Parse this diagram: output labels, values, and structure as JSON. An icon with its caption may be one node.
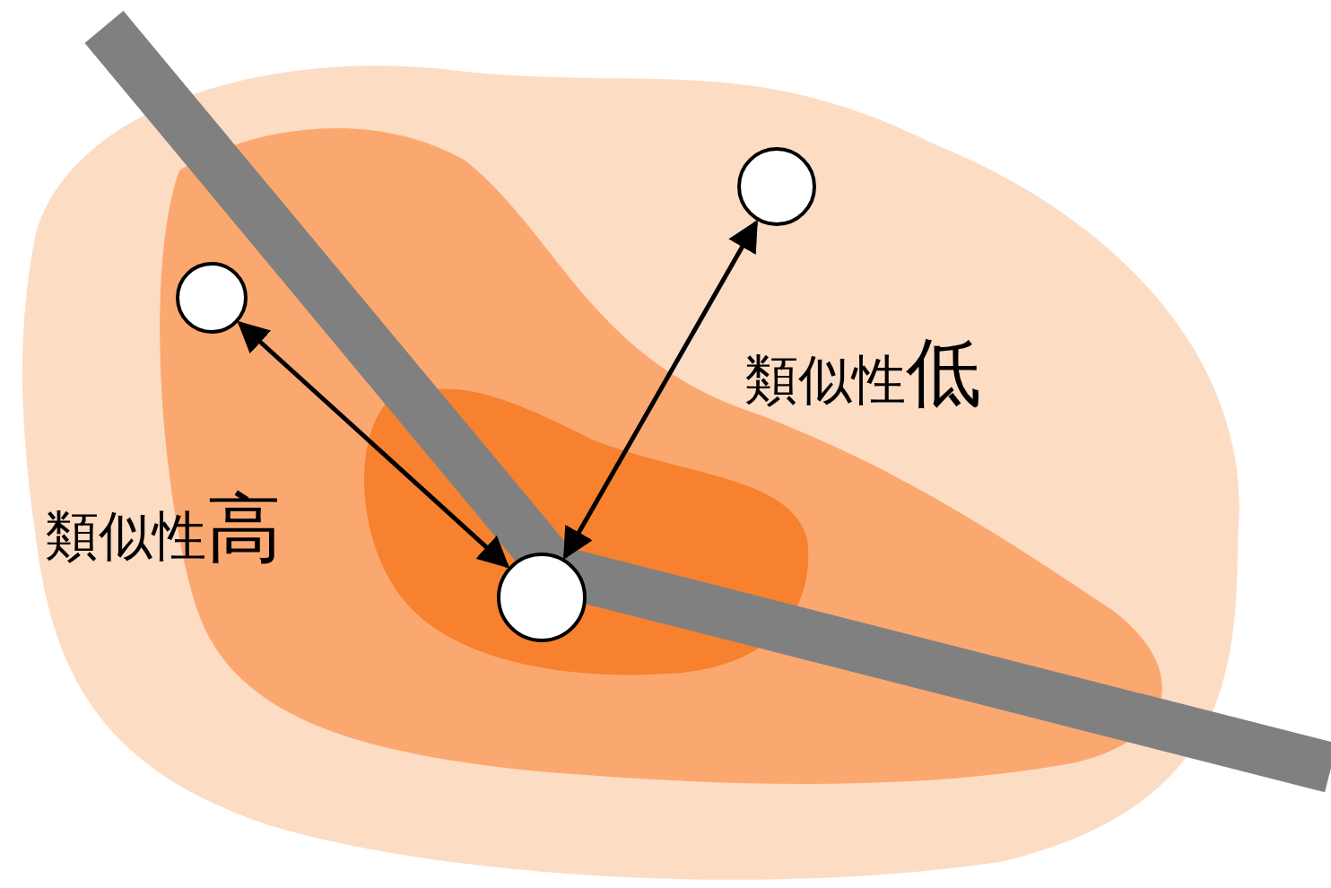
{
  "diagram": {
    "nodes": [
      {
        "text": [],
        "shape": "circle"
      },
      {
        "text": [],
        "shape": "circle"
      },
      {
        "text": [],
        "shape": "circle"
      }
    ],
    "edges": [
      {
        "from": 2,
        "to": 0,
        "arrow": "both"
      },
      {
        "from": 2,
        "to": 1,
        "arrow": "both"
      }
    ],
    "labels": [
      "類似性高",
      "類似性低"
    ]
  }
}
